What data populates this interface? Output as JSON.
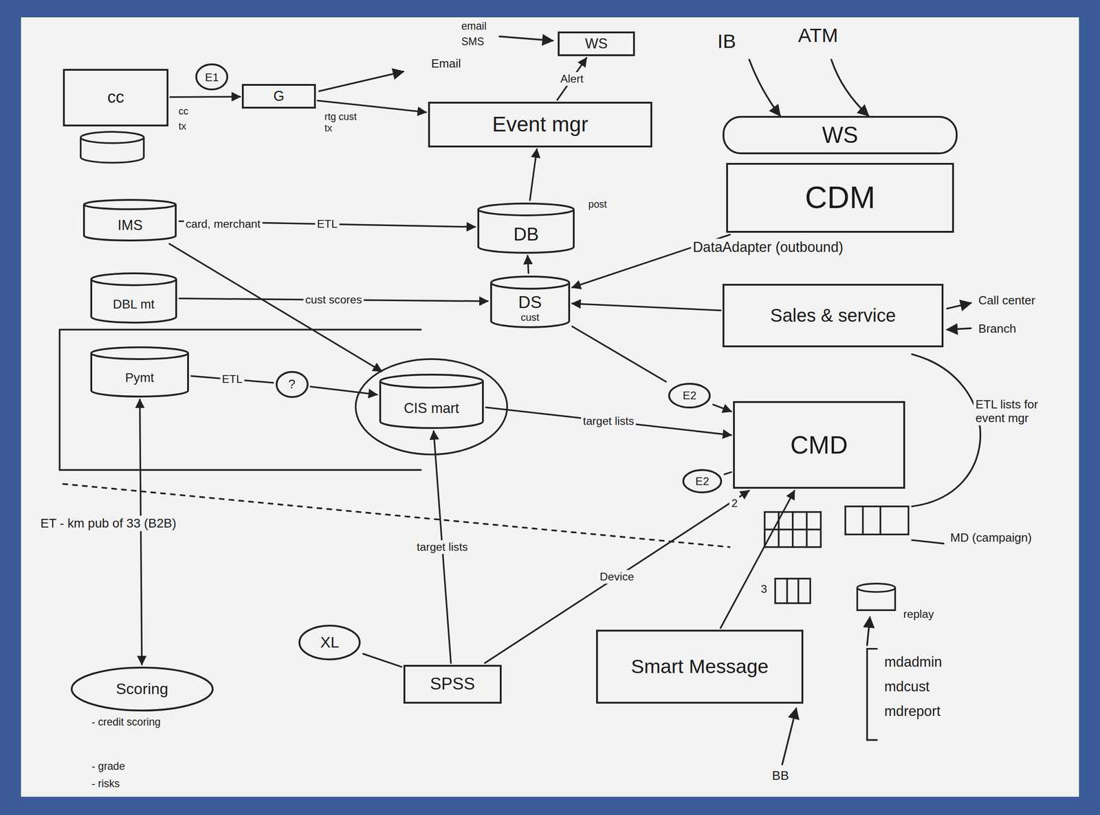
{
  "diagram": {
    "nodes": [
      {
        "text": [
          "cc"
        ]
      },
      {
        "text": [
          "E1"
        ]
      },
      {
        "text": [
          "G"
        ]
      },
      {
        "text": [
          "WS"
        ]
      },
      {
        "text": [
          "Event mgr"
        ]
      },
      {
        "text": [
          "WS"
        ]
      },
      {
        "text": [
          "CDM"
        ]
      },
      {
        "text": [
          "IMS"
        ]
      },
      {
        "text": [
          "DBL mt"
        ]
      },
      {
        "text": [
          "Pymt"
        ]
      },
      {
        "text": [
          "DB"
        ]
      },
      {
        "text": [
          "DS",
          "cust"
        ]
      },
      {
        "text": [
          "Sales & service"
        ]
      },
      {
        "text": [
          "?"
        ]
      },
      {
        "text": [
          "CIS mart"
        ]
      },
      {
        "text": [
          "E2"
        ]
      },
      {
        "text": [
          "CMD"
        ]
      },
      {
        "text": [
          "E2"
        ]
      },
      {
        "text": [
          "Scoring"
        ]
      },
      {
        "text": [
          "XL"
        ]
      },
      {
        "text": [
          "SPSS"
        ]
      },
      {
        "text": [
          "Smart Message"
        ]
      }
    ],
    "edges": [
      {
        "from": 0,
        "to": 2,
        "arrow": "to"
      },
      {
        "from": 2,
        "to": 4,
        "arrow": "to"
      },
      {
        "from": 4,
        "to": 3,
        "label": "Alert",
        "arrow": "to"
      },
      {
        "from": 10,
        "to": 4,
        "arrow": "to"
      },
      {
        "from": 7,
        "to": 10,
        "label": "ETL",
        "arrow": "to"
      },
      {
        "from": 7,
        "to": 14,
        "arrow": "to"
      },
      {
        "from": 8,
        "to": 11,
        "label": "cust scores",
        "arrow": "to"
      },
      {
        "from": 9,
        "to": 13,
        "label": "ETL",
        "arrow": "none"
      },
      {
        "from": 13,
        "to": 14,
        "arrow": "to"
      },
      {
        "from": 6,
        "to": 11,
        "arrow": "to"
      },
      {
        "from": 12,
        "to": 11,
        "arrow": "to"
      },
      {
        "from": 11,
        "to": 15,
        "arrow": "none"
      },
      {
        "from": 15,
        "to": 16,
        "arrow": "to"
      },
      {
        "from": 14,
        "to": 16,
        "label": "target lists",
        "arrow": "to"
      },
      {
        "from": 20,
        "to": 14,
        "label": "target lists",
        "arrow": "to"
      },
      {
        "from": 20,
        "to": 16,
        "label": "Device",
        "arrow": "to"
      },
      {
        "from": 21,
        "to": 16,
        "arrow": "to"
      },
      {
        "from": 9,
        "to": 18,
        "arrow": "both"
      },
      {
        "from": 19,
        "to": 20,
        "arrow": "none"
      },
      {
        "from": 11,
        "to": 10,
        "arrow": "to"
      },
      {
        "from": 17,
        "to": 16,
        "arrow": "none"
      }
    ],
    "labels": [
      "email",
      "SMS",
      "Email",
      "cc",
      "tx",
      "rtg cust tx",
      "IB",
      "ATM",
      "post",
      "card, merchant",
      "DataAdapter (outbound)",
      "Call center",
      "Branch",
      "ETL lists for event mgr",
      "MD (campaign)",
      "ET - km pub of 33 (B2B)",
      "- credit scoring",
      "- grade",
      "- risks",
      "replay",
      "mdadmin",
      "mdcust",
      "mdreport",
      "BB",
      "2",
      "3"
    ]
  }
}
